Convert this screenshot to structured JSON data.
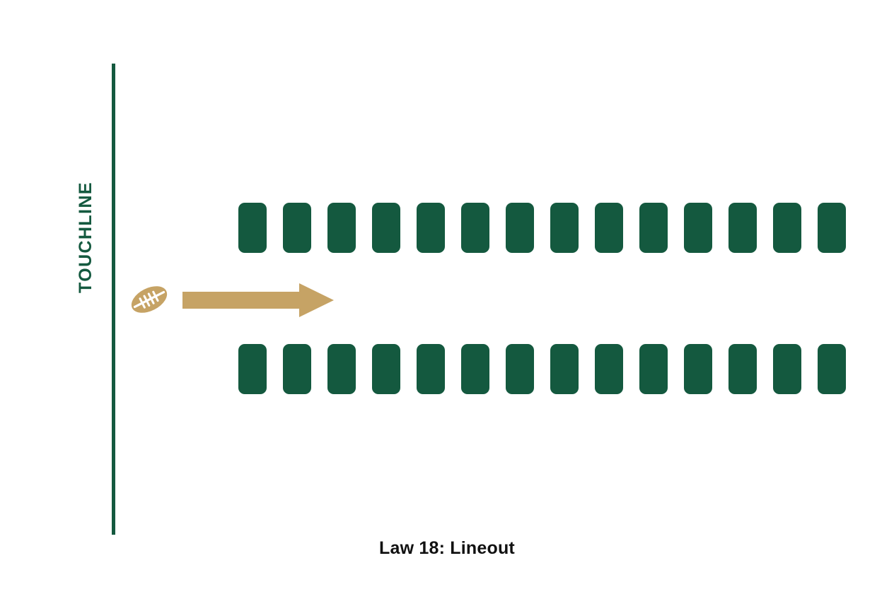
{
  "diagram": {
    "caption": "Law 18: Lineout",
    "touchline_label": "TOUCHLINE",
    "background_color": "#ffffff",
    "colors": {
      "green": "#14593F",
      "gold": "#C6A365",
      "ball_seam": "#ffffff",
      "caption_text": "#111111"
    },
    "ball": {
      "name": "rugby-ball",
      "fill": "#C6A365",
      "rotation_deg": -25,
      "lace_count": 4
    },
    "arrow": {
      "name": "throw-in-arrow",
      "direction": "right",
      "fill": "#C6A365"
    },
    "lineout": {
      "rows": [
        {
          "name": "top-team-row",
          "player_count": 14,
          "players": [
            "player-1",
            "player-2",
            "player-3",
            "player-4",
            "player-5",
            "player-6",
            "player-7",
            "player-8",
            "player-9",
            "player-10",
            "player-11",
            "player-12",
            "player-13",
            "player-14"
          ]
        },
        {
          "name": "bottom-team-row",
          "player_count": 14,
          "players": [
            "player-1",
            "player-2",
            "player-3",
            "player-4",
            "player-5",
            "player-6",
            "player-7",
            "player-8",
            "player-9",
            "player-10",
            "player-11",
            "player-12",
            "player-13",
            "player-14"
          ]
        }
      ]
    }
  }
}
